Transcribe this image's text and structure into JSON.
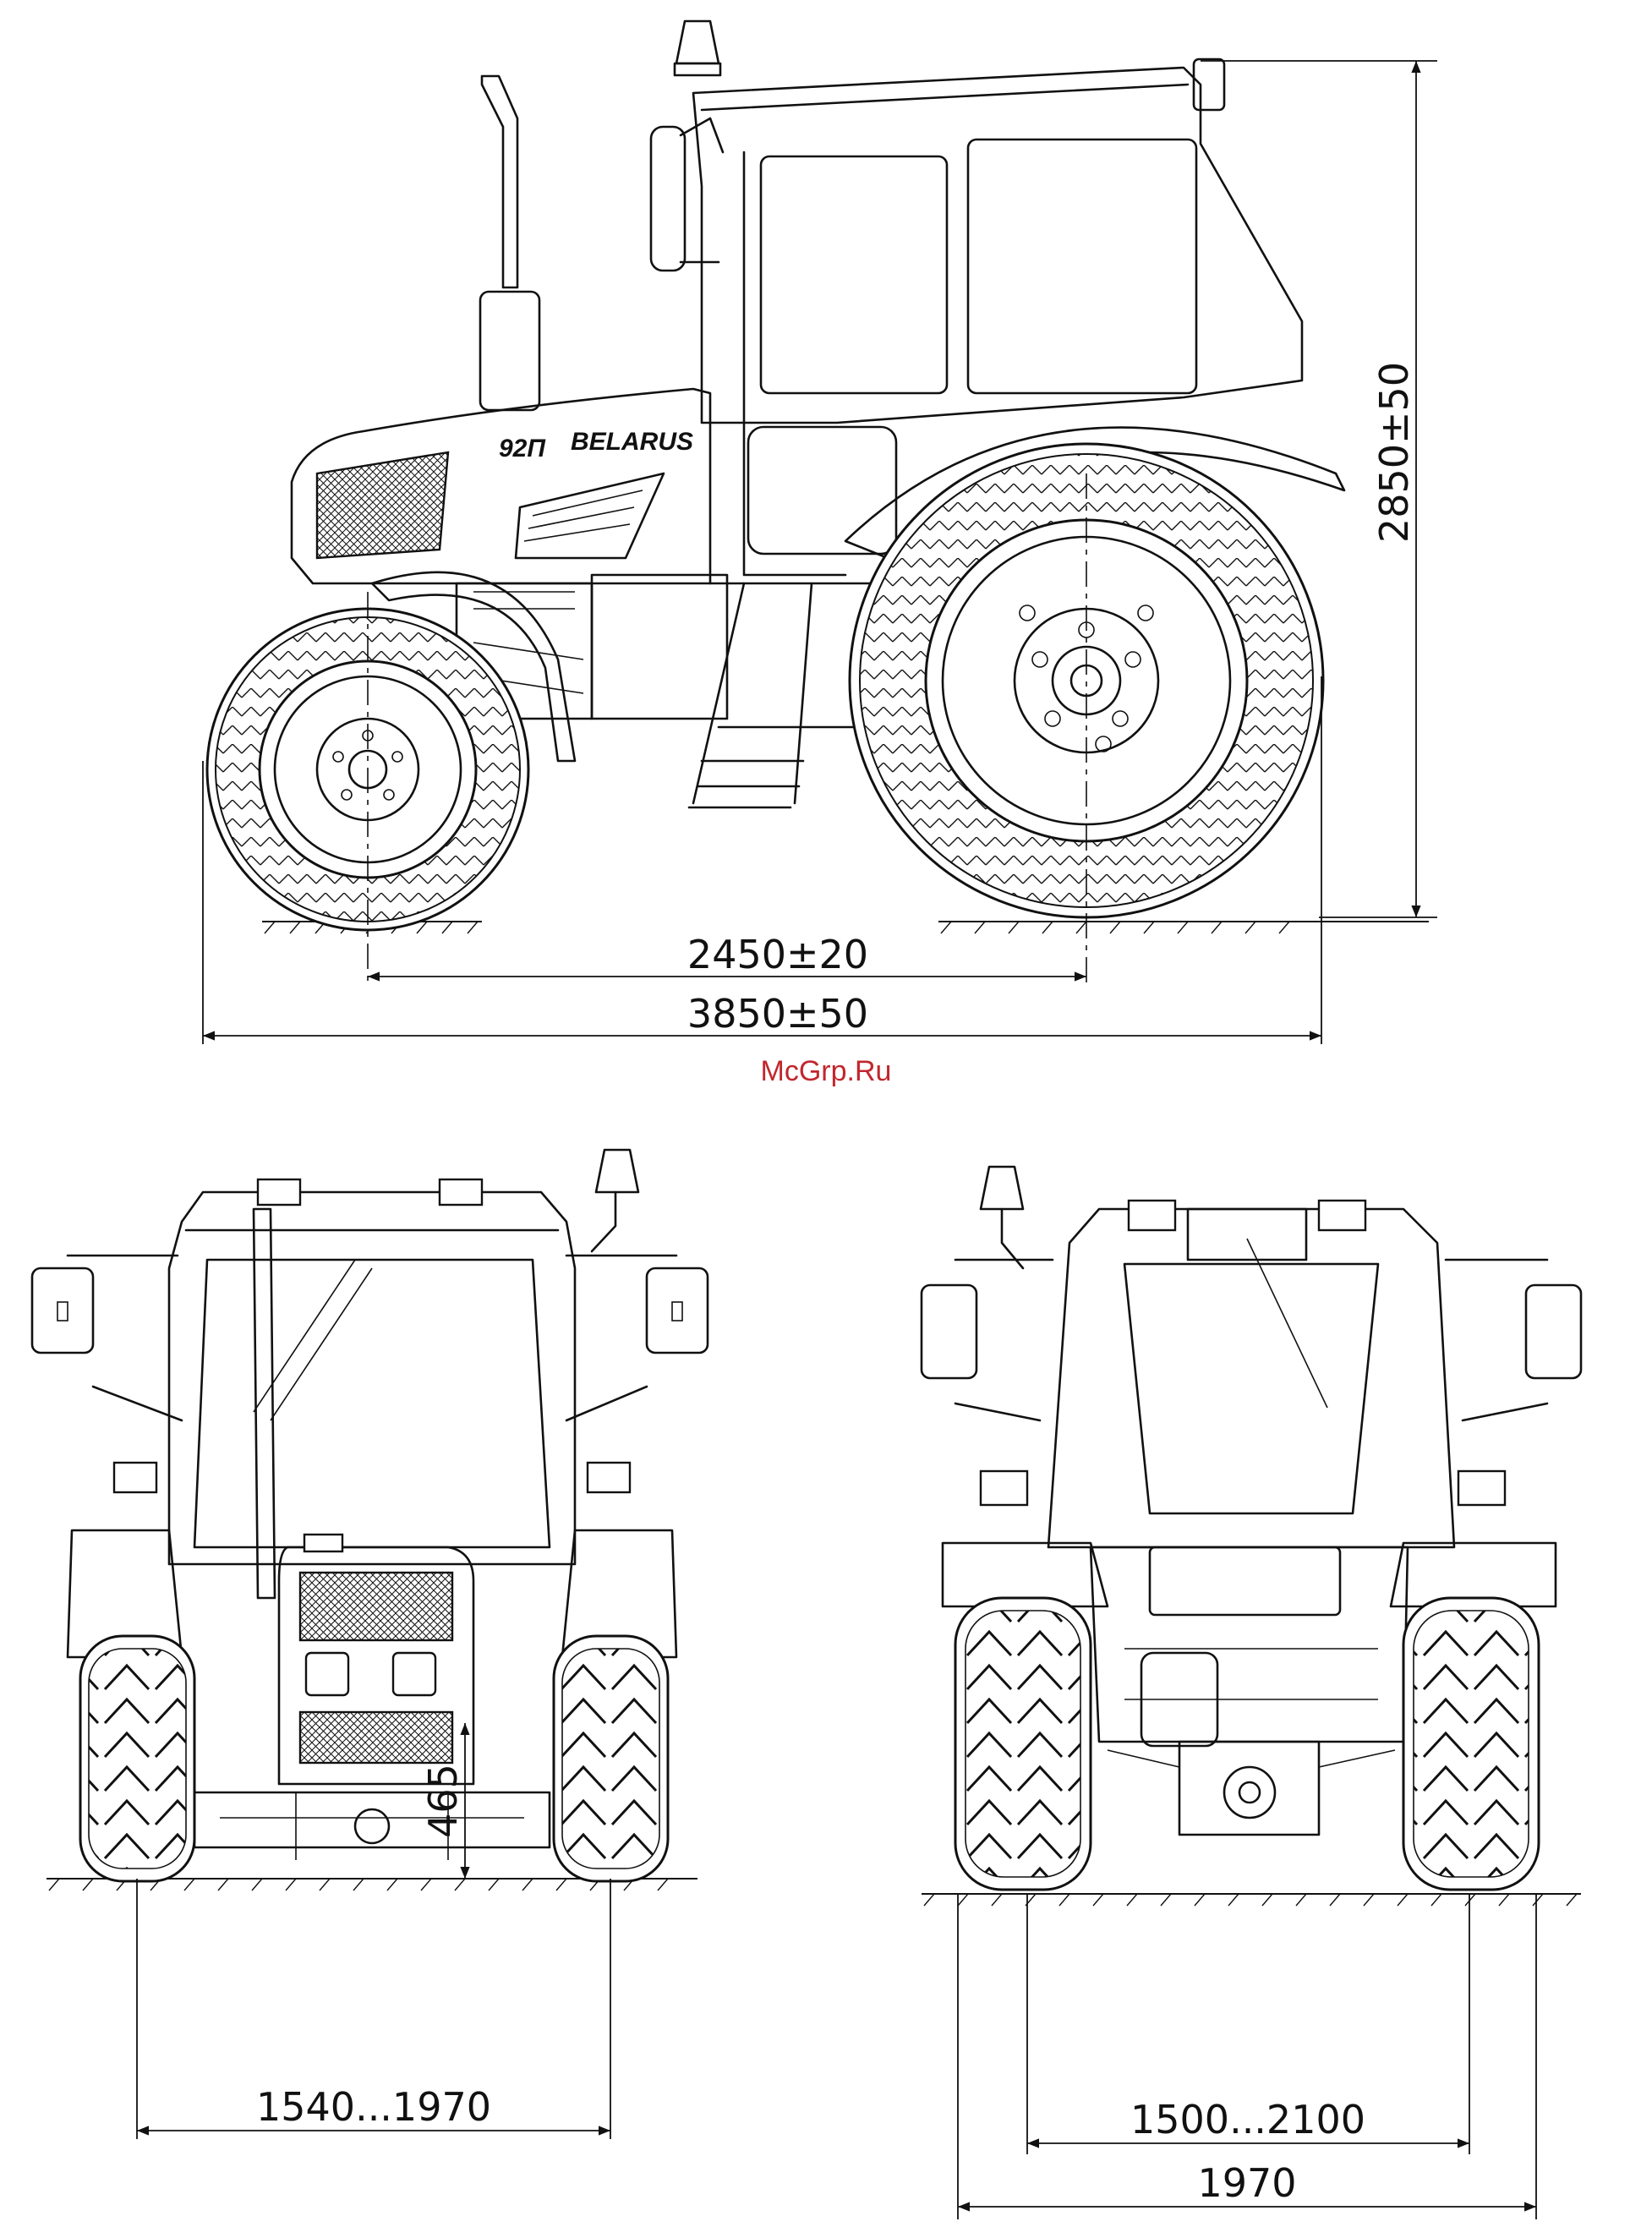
{
  "model_label": "92П",
  "brand_label": "BELARUS",
  "watermark": "McGrp.Ru",
  "side_view": {
    "wheelbase": "2450±20",
    "overall_length": "3850±50",
    "overall_height": "2850±50"
  },
  "front_view": {
    "clearance": "465",
    "track": "1540...1970"
  },
  "rear_view": {
    "track": "1500...2100",
    "overall_width": "1970"
  }
}
